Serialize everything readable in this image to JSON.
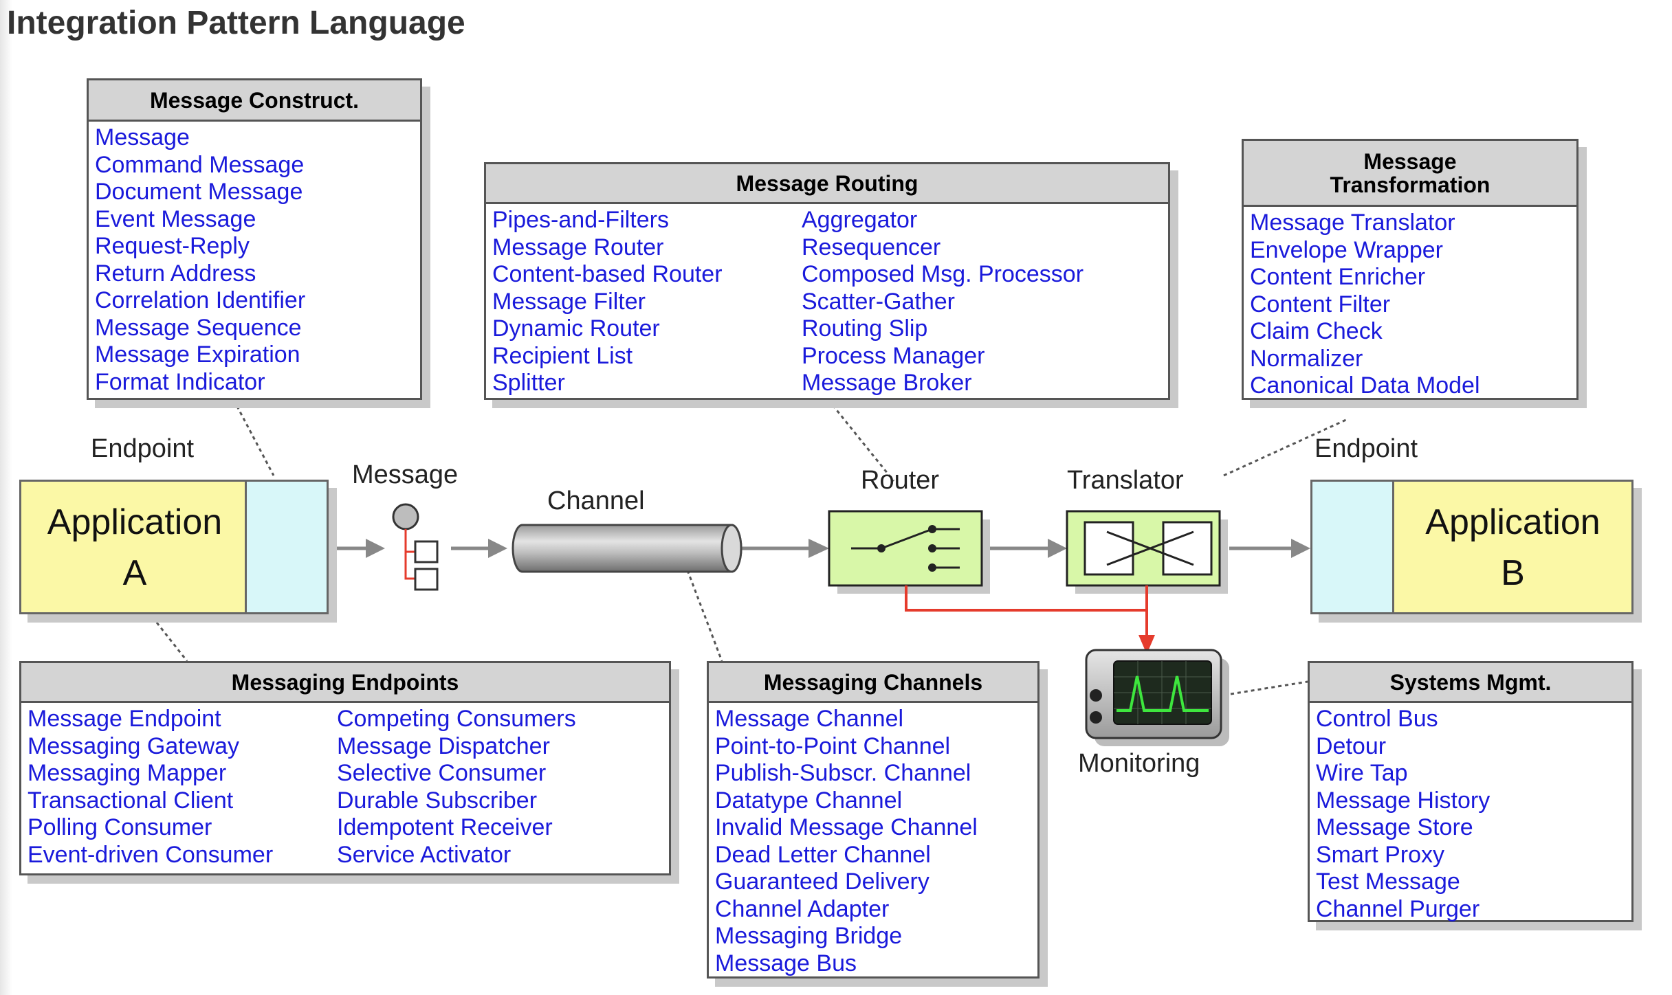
{
  "title": "Integration Pattern Language",
  "boxes": {
    "construct": {
      "title": "Message Construct.",
      "col1": [
        "Message",
        "Command Message",
        "Document Message",
        "Event Message",
        "Request-Reply",
        "Return Address",
        "Correlation Identifier",
        "Message Sequence",
        "Message Expiration",
        "Format Indicator"
      ]
    },
    "routing": {
      "title": "Message Routing",
      "col1": [
        "Pipes-and-Filters",
        "Message Router",
        "Content-based Router",
        "Message Filter",
        "Dynamic Router",
        "Recipient List",
        "Splitter"
      ],
      "col2": [
        "Aggregator",
        "Resequencer",
        "Composed Msg. Processor",
        "Scatter-Gather",
        "Routing Slip",
        "Process Manager",
        "Message Broker"
      ]
    },
    "transformation": {
      "title": "Message Transformation",
      "col1": [
        "Message Translator",
        "Envelope Wrapper",
        "Content Enricher",
        "Content Filter",
        "Claim Check",
        "Normalizer",
        "Canonical Data Model"
      ]
    },
    "endpoints": {
      "title": "Messaging Endpoints",
      "col1": [
        "Message Endpoint",
        "Messaging Gateway",
        "Messaging Mapper",
        "Transactional Client",
        "Polling Consumer",
        "Event-driven Consumer"
      ],
      "col2": [
        "Competing Consumers",
        "Message Dispatcher",
        "Selective Consumer",
        "Durable Subscriber",
        "Idempotent Receiver",
        "Service Activator"
      ]
    },
    "channels": {
      "title": "Messaging Channels",
      "col1": [
        "Message Channel",
        "Point-to-Point Channel",
        "Publish-Subscr. Channel",
        "Datatype Channel",
        "Invalid Message Channel",
        "Dead Letter Channel",
        "Guaranteed Delivery",
        "Channel Adapter",
        "Messaging Bridge",
        "Message Bus"
      ]
    },
    "systems": {
      "title": "Systems Mgmt.",
      "col1": [
        "Control Bus",
        "Detour",
        "Wire Tap",
        "Message History",
        "Message Store",
        "Smart Proxy",
        "Test Message",
        "Channel Purger"
      ]
    }
  },
  "labels": {
    "endpoint_left": "Endpoint",
    "endpoint_right": "Endpoint",
    "message": "Message",
    "channel": "Channel",
    "router": "Router",
    "translator": "Translator",
    "monitoring": "Monitoring"
  },
  "apps": {
    "a_line1": "Application",
    "a_line2": "A",
    "b_line1": "Application",
    "b_line2": "B"
  },
  "colors": {
    "link": "#1a1adb",
    "app_yellow": "#fbf8a6",
    "app_cyan": "#d8f7f9",
    "component_green": "#d8f7a8",
    "monitor_line": "#e53b2c"
  }
}
